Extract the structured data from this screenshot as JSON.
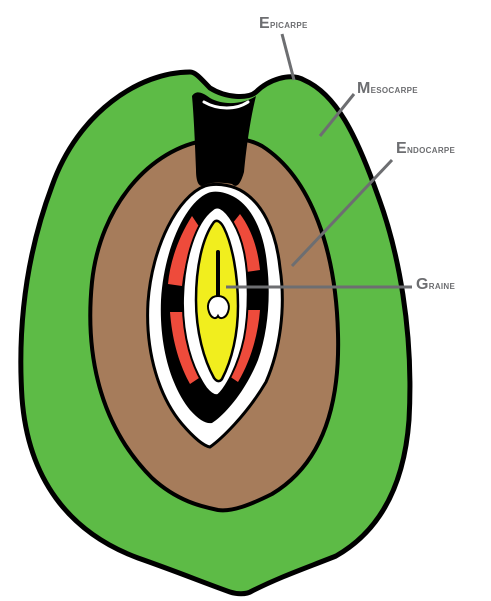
{
  "labels": {
    "epicarpe": "Epicarpe",
    "mesocarpe": "Mesocarpe",
    "endocarpe": "Endocarpe",
    "graine": "Graine"
  },
  "colors": {
    "epicarp_outline": "#000000",
    "mesocarp": "#5dbb46",
    "endocarp": "#a67c5b",
    "seed_coat_outer": "#ffffff",
    "seed_coat_red": "#ee4b3b",
    "seed_coat_black": "#000000",
    "albumen": "#f1ee1e",
    "embryo": "#ffffff",
    "leader_line": "#6d6e71",
    "label_text": "#6d6e71"
  }
}
